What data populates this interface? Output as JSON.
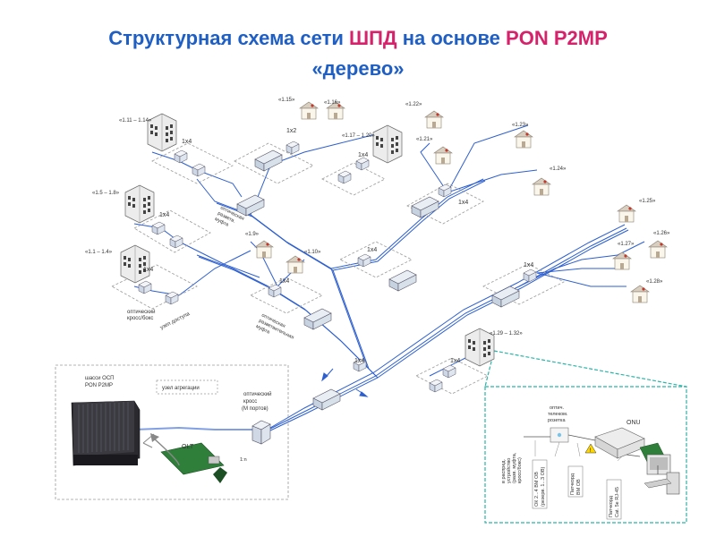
{
  "title": {
    "part1": "Структурная схема сети ",
    "part2": "ШПД",
    "part3": " на основе  ",
    "part4": "PON P2MP",
    "line2": "«дерево»"
  },
  "colors": {
    "title_blue": "#1f5fc4",
    "title_pink": "#d6226b",
    "fiber": "#2d5fcf",
    "fiber_light": "#7fa3e8",
    "onu_zone_border": "#2bb5a8",
    "dashed_gray": "#9a9a9a",
    "house_roof": "#d9cfc1"
  },
  "labels": {
    "r_1_11_1_14": "«1.11 – 1.14»",
    "r_1_5_1_8": "«1.5 – 1.8»",
    "r_1_1_1_4": "«1.1 – 1.4»",
    "r_1_15": "«1.15»",
    "r_1_16": "«1.16»",
    "r_1_17_1_20": "«1.17 – 1.20»",
    "r_1_22": "«1.22»",
    "r_1_23": "«1.23»",
    "r_1_21": "«1.21»",
    "r_1_24": "«1.24»",
    "r_1_25": "«1.25»",
    "r_1_26": "«1.26»",
    "r_1_27": "«1.27»",
    "r_1_28": "«1.28»",
    "r_1_9": "«1.9»",
    "r_1_10": "«1.10»",
    "r_1_29_1_32": "«1.29 – 1.32»",
    "s_1x4": "1х4",
    "s_1x2": "1х2",
    "opt_mufta_1": "оптическая",
    "opt_mufta_2": "разветв.",
    "opt_mufta_3": "муфта",
    "opt_kross_box_1": "оптический",
    "opt_kross_box_2": "кросс/бокс",
    "uzel_dostupa": "узел доступа",
    "opt_mufta_b1": "оптическая",
    "opt_mufta_b2": "разветвительная",
    "opt_mufta_b3": "муфта",
    "shassi_1": "шасси ОСП",
    "shassi_2": "PON P2MP",
    "uzel_agregacii": "узел агрегации",
    "kross_1": "оптический",
    "kross_2": "кросс",
    "kross_3": "(М портов)",
    "olt": "OLT",
    "onu": "ONU",
    "rozetka_1": "оптич.",
    "rozetka_2": "телеком.",
    "rozetka_3": "розетка",
    "rv_1": "в распред.",
    "rv_2": "устройство",
    "rv_3": "(разв. муфта,",
    "rv_4": "кросс/бокс)",
    "ok_1": "ОК 2...4 ВМ ОВ",
    "ok_2": "(резерв. 1...3 ОВ)",
    "patch_1": "Патчкорд",
    "patch_2": "ВМ ОВ",
    "patch_cat_1": "Патчкорд",
    "patch_cat_2": "Cat. 5e RJ-45",
    "ratio_1xn": "1:n"
  }
}
